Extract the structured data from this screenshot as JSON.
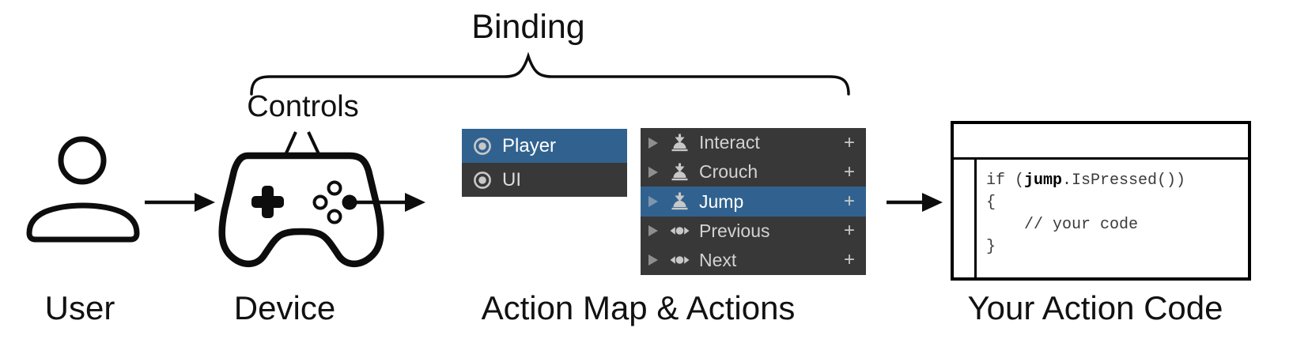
{
  "labels": {
    "binding": "Binding",
    "controls": "Controls",
    "user": "User",
    "device": "Device",
    "action_map_actions": "Action Map & Actions",
    "your_action_code": "Your Action Code"
  },
  "action_map_panel": {
    "items": [
      {
        "label": "Player",
        "icon": "action-map-icon",
        "selected": true
      },
      {
        "label": "UI",
        "icon": "action-map-icon",
        "selected": false
      }
    ]
  },
  "actions_panel": {
    "add_label": "+",
    "items": [
      {
        "label": "Interact",
        "icon": "button-action-icon",
        "selected": false
      },
      {
        "label": "Crouch",
        "icon": "button-action-icon",
        "selected": false
      },
      {
        "label": "Jump",
        "icon": "button-action-icon",
        "selected": true
      },
      {
        "label": "Previous",
        "icon": "axis-action-icon",
        "selected": false
      },
      {
        "label": "Next",
        "icon": "axis-action-icon",
        "selected": false
      }
    ]
  },
  "code_window": {
    "lines": [
      {
        "pre": "if (",
        "bold": "jump",
        "post": ".IsPressed())"
      },
      {
        "text": "{"
      },
      {
        "text": "    // your code"
      },
      {
        "text": "}"
      }
    ]
  },
  "colors": {
    "selection_blue": "#31628F",
    "panel_dark": "#383838",
    "icon_gray": "#C8C8C8",
    "stroke_black": "#0D0D0D"
  }
}
